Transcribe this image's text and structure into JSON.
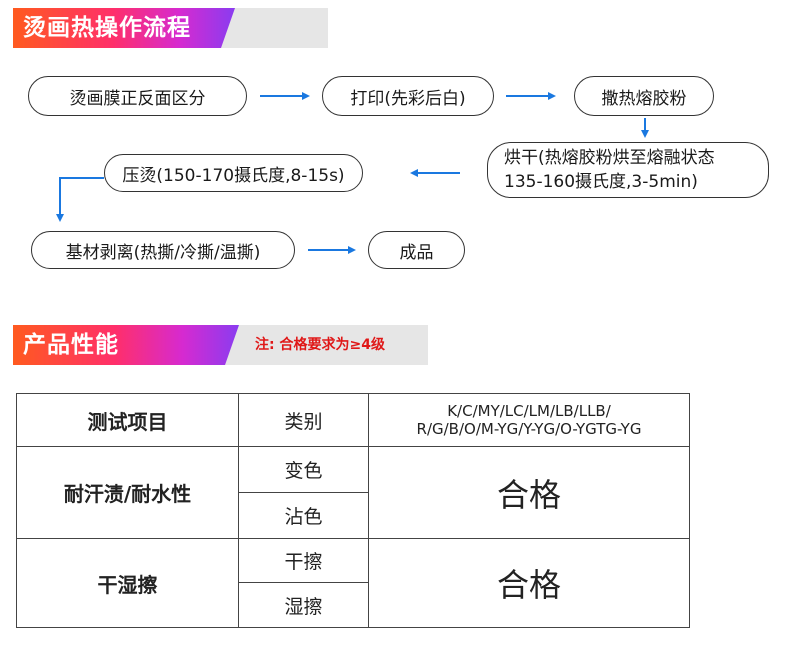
{
  "section1": {
    "title": "烫画热操作流程"
  },
  "flow": {
    "step1": "烫画膜正反面区分",
    "step2": "打印(先彩后白)",
    "step3": "撒热熔胶粉",
    "step4_line1": "烘干(热熔胶粉烘至熔融状态",
    "step4_line2": "135-160摄氏度,3-5min)",
    "step5": "压烫(150-170摄氏度,8-15s)",
    "step6": "基材剥离(热撕/冷撕/温撕)",
    "step7": "成品",
    "arrow_color": "#1a78e0"
  },
  "section2": {
    "title": "产品性能",
    "note": "注: 合格要求为≥4级"
  },
  "table": {
    "header": {
      "col1": "测试项目",
      "col2": "类别",
      "col3_line1": "K/C/MY/LC/LM/LB/LLB/",
      "col3_line2": "R/G/B/O/M-YG/Y-YG/O-YGTG-YG"
    },
    "group1": {
      "name": "耐汗渍/耐水性",
      "cat1": "变色",
      "cat2": "沾色",
      "result": "合格"
    },
    "group2": {
      "name": "干湿擦",
      "cat1": "干擦",
      "cat2": "湿擦",
      "result": "合格"
    }
  }
}
